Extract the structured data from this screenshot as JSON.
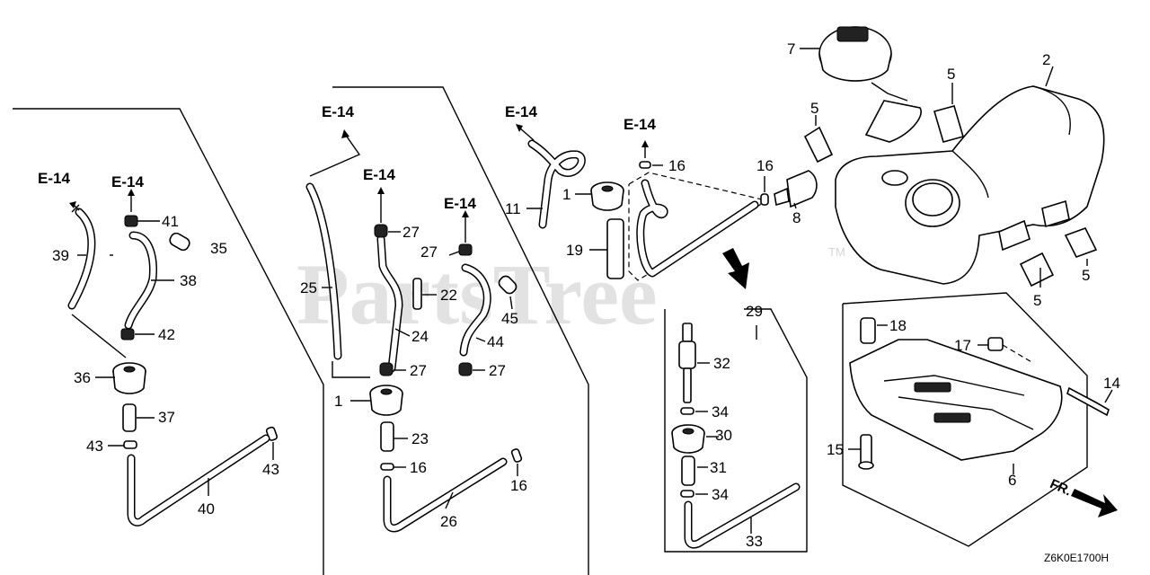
{
  "watermark": {
    "text": "PartsTree",
    "tm": "TM"
  },
  "diagram_code": "Z6K0E1700H",
  "direction_label": "FR.",
  "references": {
    "e14": "E-14"
  },
  "labels": {
    "l2": "2",
    "l5a": "5",
    "l5b": "5",
    "l5c": "5",
    "l5d": "5",
    "l6": "6",
    "l7": "7",
    "l8": "8",
    "l1a": "1",
    "l1b": "1",
    "l11": "11",
    "l14": "14",
    "l15": "15",
    "l16a": "16",
    "l16b": "16",
    "l16c": "16",
    "l16d": "16",
    "l17": "17",
    "l18": "18",
    "l19": "19",
    "l22": "22",
    "l23": "23",
    "l24": "24",
    "l25": "25",
    "l26": "26",
    "l27a": "27",
    "l27b": "27",
    "l27c": "27",
    "l27d": "27",
    "l29": "29",
    "l30": "30",
    "l31": "31",
    "l32": "32",
    "l33": "33",
    "l34a": "34",
    "l34b": "34",
    "l35": "35",
    "l36": "36",
    "l37": "37",
    "l38": "38",
    "l39": "39",
    "l40": "40",
    "l41": "41",
    "l42": "42",
    "l43a": "43",
    "l43b": "43",
    "l44": "44",
    "l45": "45"
  }
}
